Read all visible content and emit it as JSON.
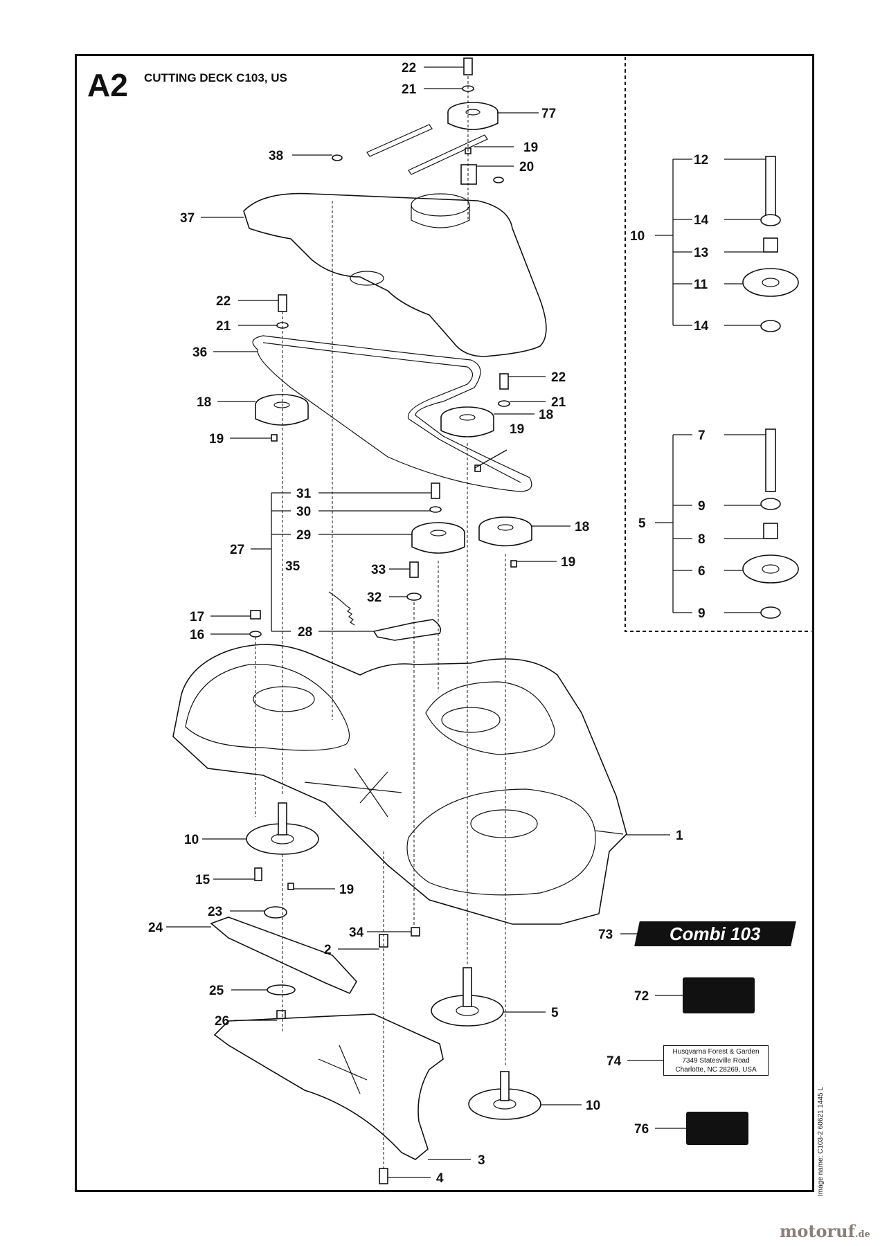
{
  "header": {
    "code": "A2",
    "title": "CUTTING DECK C103, US"
  },
  "callouts": [
    {
      "id": "c22a",
      "text": "22"
    },
    {
      "id": "c21a",
      "text": "21"
    },
    {
      "id": "c77",
      "text": "77"
    },
    {
      "id": "c19a",
      "text": "19"
    },
    {
      "id": "c20",
      "text": "20"
    },
    {
      "id": "c38",
      "text": "38"
    },
    {
      "id": "c37",
      "text": "37"
    },
    {
      "id": "c22b",
      "text": "22"
    },
    {
      "id": "c21b",
      "text": "21"
    },
    {
      "id": "c36",
      "text": "36"
    },
    {
      "id": "c22c",
      "text": "22"
    },
    {
      "id": "c21c",
      "text": "21"
    },
    {
      "id": "c18a",
      "text": "18"
    },
    {
      "id": "c18b",
      "text": "18"
    },
    {
      "id": "c19b",
      "text": "19"
    },
    {
      "id": "c19c",
      "text": "19"
    },
    {
      "id": "c31",
      "text": "31"
    },
    {
      "id": "c30",
      "text": "30"
    },
    {
      "id": "c29",
      "text": "29"
    },
    {
      "id": "c27",
      "text": "27"
    },
    {
      "id": "c18c",
      "text": "18"
    },
    {
      "id": "c19d",
      "text": "19"
    },
    {
      "id": "c35",
      "text": "35"
    },
    {
      "id": "c33",
      "text": "33"
    },
    {
      "id": "c32",
      "text": "32"
    },
    {
      "id": "c17",
      "text": "17"
    },
    {
      "id": "c16",
      "text": "16"
    },
    {
      "id": "c28",
      "text": "28"
    },
    {
      "id": "c1",
      "text": "1"
    },
    {
      "id": "c10a",
      "text": "10"
    },
    {
      "id": "c15",
      "text": "15"
    },
    {
      "id": "c19e",
      "text": "19"
    },
    {
      "id": "c23",
      "text": "23"
    },
    {
      "id": "c24",
      "text": "24"
    },
    {
      "id": "c34",
      "text": "34"
    },
    {
      "id": "c2",
      "text": "2"
    },
    {
      "id": "c25",
      "text": "25"
    },
    {
      "id": "c26",
      "text": "26"
    },
    {
      "id": "c5a",
      "text": "5"
    },
    {
      "id": "c10b",
      "text": "10"
    },
    {
      "id": "c3",
      "text": "3"
    },
    {
      "id": "c4",
      "text": "4"
    },
    {
      "id": "c73",
      "text": "73"
    },
    {
      "id": "c72",
      "text": "72"
    },
    {
      "id": "c74",
      "text": "74"
    },
    {
      "id": "c76",
      "text": "76"
    },
    {
      "id": "k12",
      "text": "12"
    },
    {
      "id": "k14a",
      "text": "14"
    },
    {
      "id": "k10",
      "text": "10"
    },
    {
      "id": "k13",
      "text": "13"
    },
    {
      "id": "k11",
      "text": "11"
    },
    {
      "id": "k14b",
      "text": "14"
    },
    {
      "id": "k7",
      "text": "7"
    },
    {
      "id": "k9a",
      "text": "9"
    },
    {
      "id": "k5",
      "text": "5"
    },
    {
      "id": "k8",
      "text": "8"
    },
    {
      "id": "k6",
      "text": "6"
    },
    {
      "id": "k9b",
      "text": "9"
    }
  ],
  "badge": {
    "text": "Combi 103"
  },
  "address_label": {
    "line1": "Husqvarna Forest & Garden",
    "line2": "7349  Statesville  Road",
    "line3": "Charlotte, NC 28269, USA"
  },
  "image_name": "Image name: C103-2 60621 1445 L",
  "watermark": {
    "brand": "motoruf",
    "tld": ".de"
  }
}
